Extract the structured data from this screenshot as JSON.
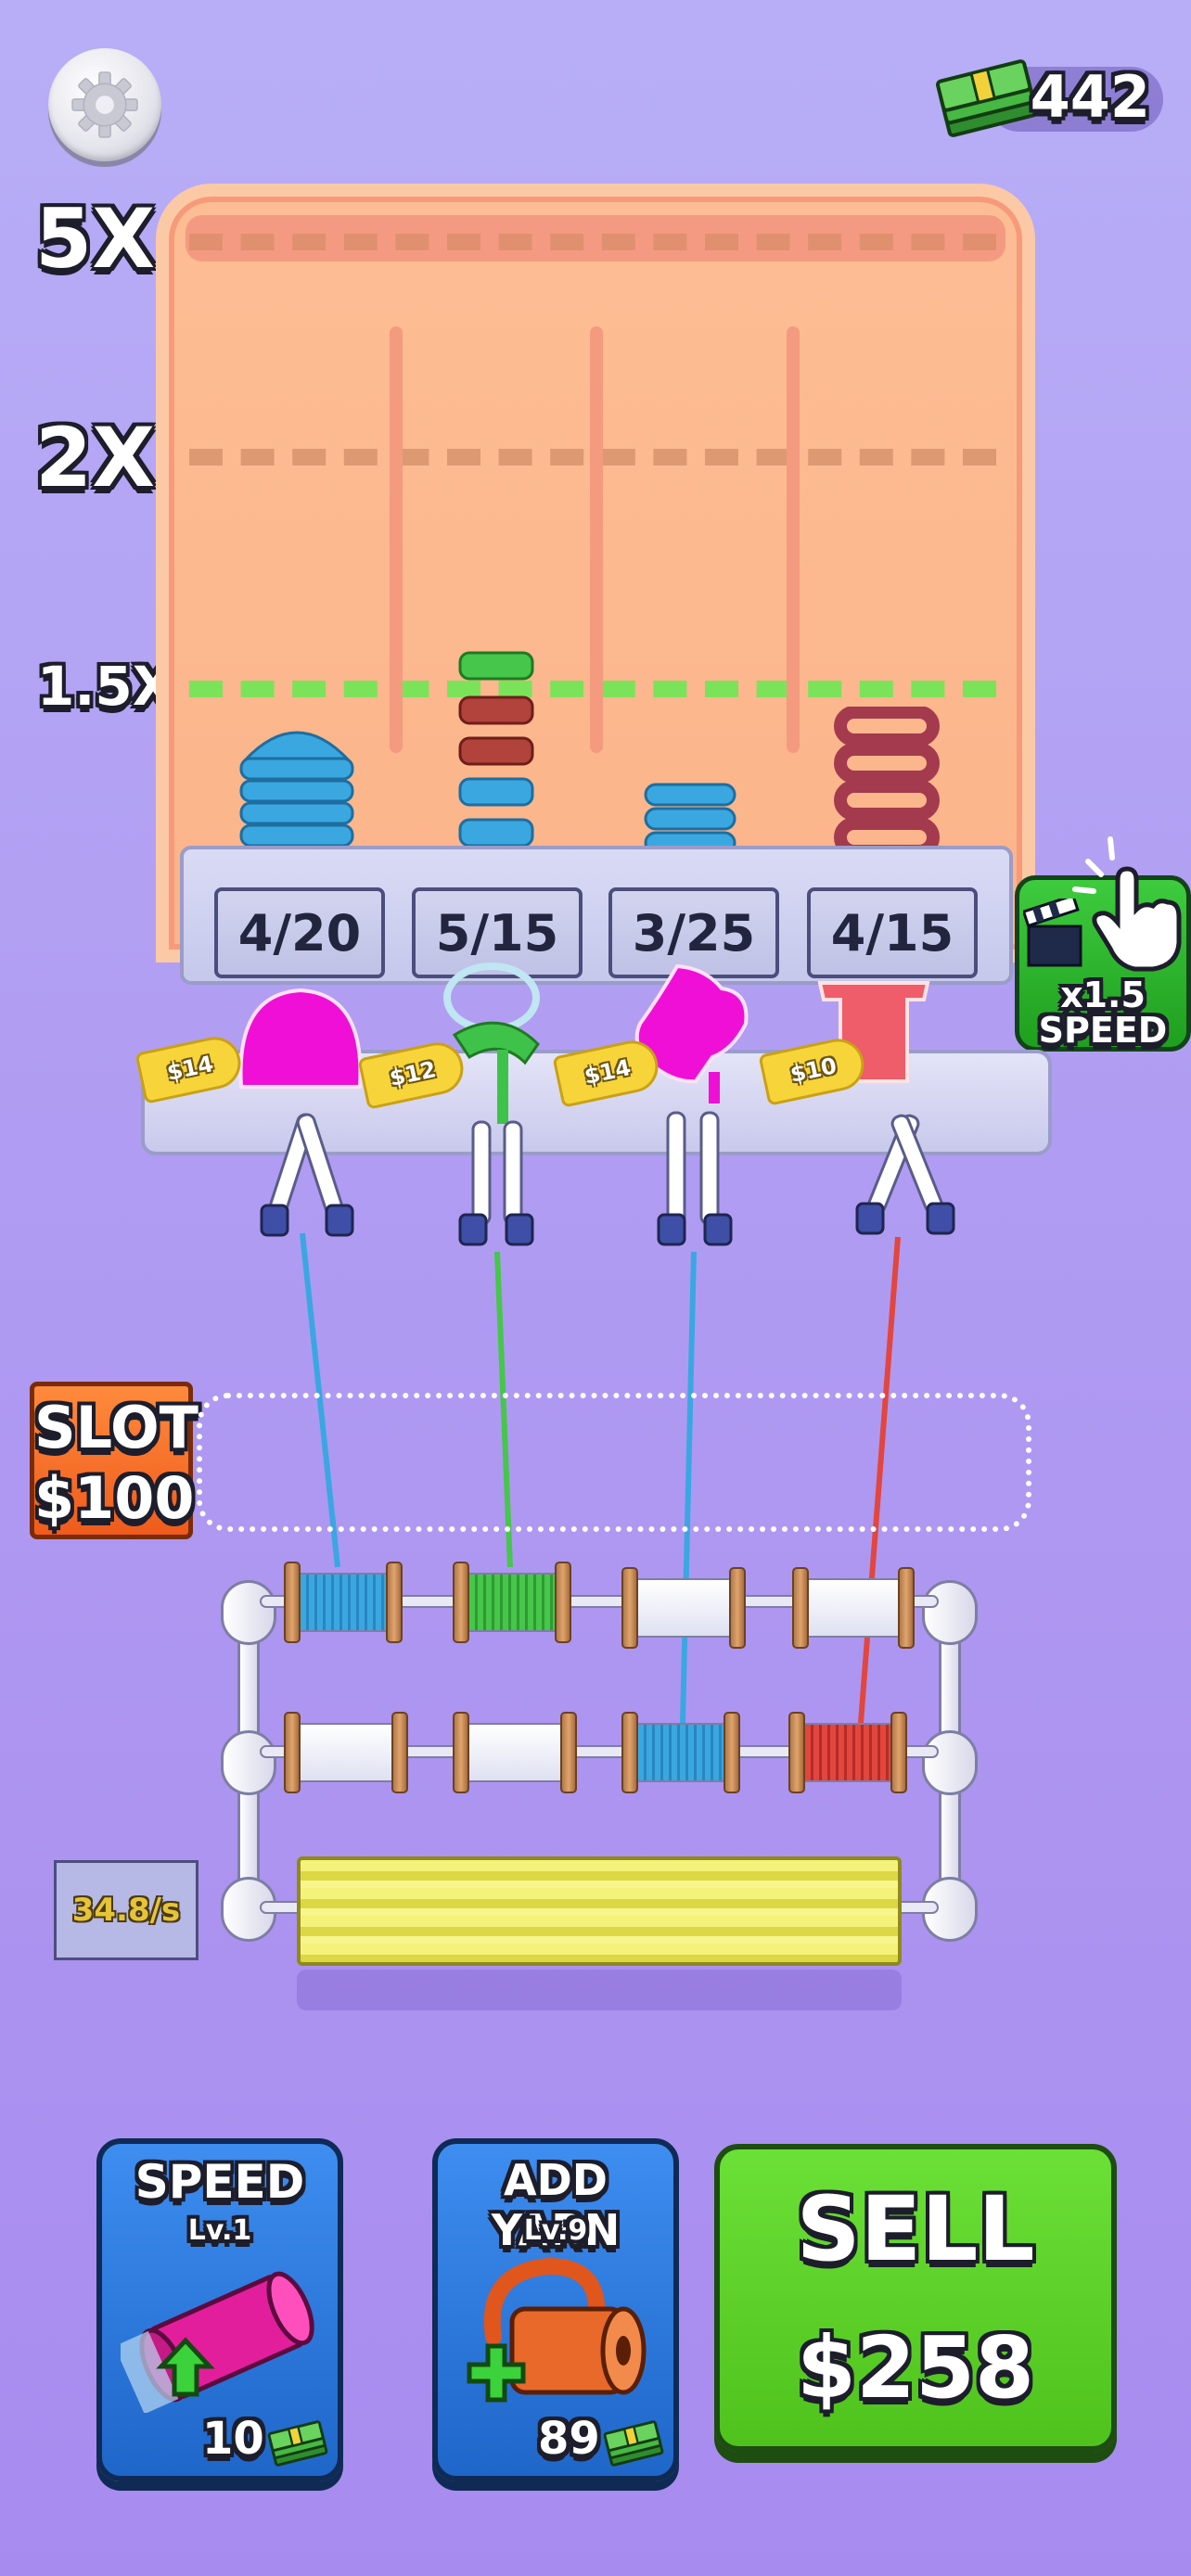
{
  "hud": {
    "cash": "442",
    "icons": {
      "settings": "gear-icon",
      "currency": "cash-stack-icon"
    }
  },
  "multipliers": {
    "top": "5X",
    "middle": "2X",
    "base": "1.5X"
  },
  "rack": {
    "counters": [
      "4/20",
      "5/15",
      "3/25",
      "4/15"
    ],
    "colors": {
      "board": "#fcb48a",
      "target_line": "#7be35a",
      "dash": "#e39a72"
    }
  },
  "products": {
    "price_tags": [
      "$14",
      "$12",
      "$14",
      "$10"
    ]
  },
  "speed_ad": {
    "multiplier": "x1.5",
    "label": "SPEED",
    "icons": [
      "clapperboard-icon",
      "tap-hand-icon"
    ]
  },
  "slot": {
    "line1": "SLOT",
    "line2": "$100"
  },
  "machine": {
    "rate": "34.8/s",
    "spool_colors": {
      "blue": "#3aa7e0",
      "green": "#46c64a",
      "red": "#e2463e",
      "empty": "#eef0fa"
    }
  },
  "upgrades": {
    "speed": {
      "title": "SPEED",
      "level": "Lv.1",
      "cost": "10",
      "icon": "yarn-roll-upgrade-icon"
    },
    "add_yarn": {
      "title": "ADD YARN",
      "level": "Lv.9",
      "cost": "89",
      "icon": "yarn-spool-add-icon"
    }
  },
  "sell": {
    "title": "SELL",
    "price": "$258"
  }
}
